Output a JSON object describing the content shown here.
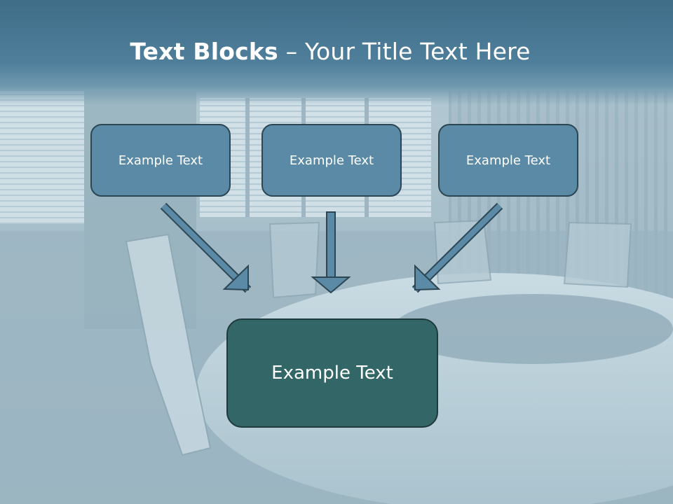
{
  "title": {
    "bold": "Text Blocks",
    "dash": " – ",
    "rest": "Your Title Text Here"
  },
  "blocks": {
    "top_left": "Example Text",
    "top_center": "Example Text",
    "top_right": "Example Text",
    "main": "Example Text"
  },
  "colors": {
    "header": "#4f7f9b",
    "block": "#5a8aa5",
    "main_block": "#336666",
    "arrow": "#5a8aa5",
    "outline": "#2d4654"
  }
}
